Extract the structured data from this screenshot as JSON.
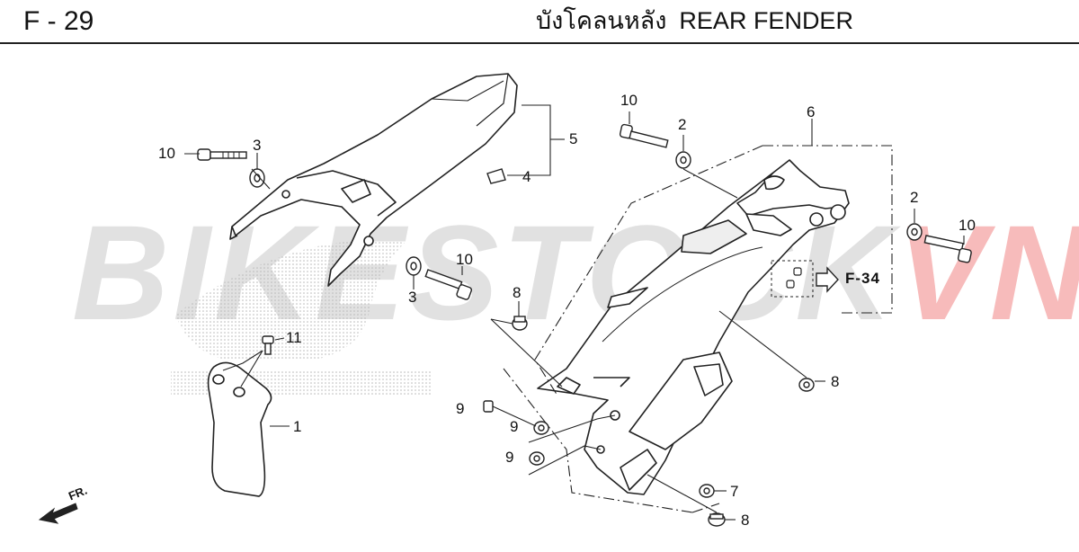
{
  "header": {
    "page_code": "F - 29",
    "title_thai": "บังโคลนหลัง",
    "title_en": "REAR FENDER"
  },
  "watermark": {
    "text_main": "BIKESTOCK",
    "text_accent": "VN",
    "accent_color": "#f07878"
  },
  "callouts": {
    "c10a": "10",
    "c3a": "3",
    "c5": "5",
    "c4": "4",
    "c3b": "3",
    "c10b": "10",
    "c11": "11",
    "c1": "1",
    "c8a": "8",
    "c10c": "10",
    "c2a": "2",
    "c6": "6",
    "c2b": "2",
    "c10d": "10",
    "c8b": "8",
    "c9a": "9",
    "c9b": "9",
    "c9c": "9",
    "c7": "7",
    "c8c": "8"
  },
  "reference_link": "F-34",
  "front_indicator": "FR."
}
